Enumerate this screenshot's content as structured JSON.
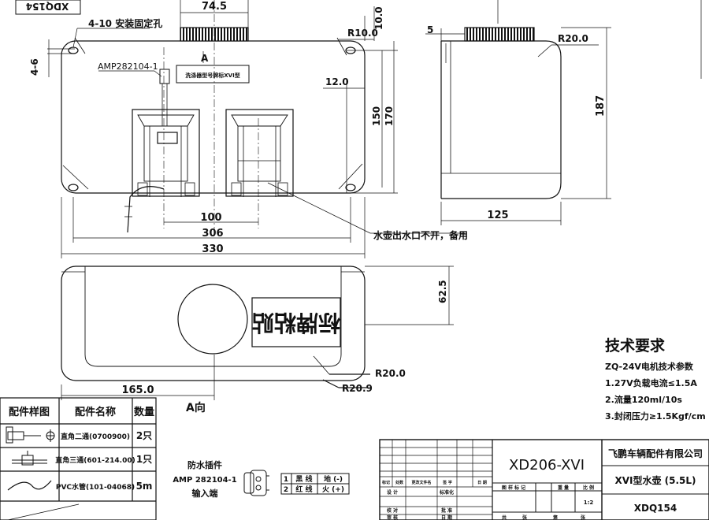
{
  "stamp_top_left": "XDQ154",
  "dims": {
    "width_74_5": "74.5",
    "r10": "R10.0",
    "d10": "10.0",
    "mount_hole": "4-10 安装固定孔",
    "hole_offset": "4-6",
    "d12": "12.0",
    "d150": "150",
    "d170": "170",
    "d100": "100",
    "d306": "306",
    "d330": "330",
    "side_5": "5",
    "r20_side": "R20.0",
    "d187": "187",
    "d125": "125",
    "d62_5": "62.5",
    "r20_bottom": "R20.0",
    "r20_9": "R20.9",
    "d165": "165.0"
  },
  "labels": {
    "connector": "AMP282104-1",
    "view_a": "A",
    "view_a_dir": "A向",
    "label_plate": "洗涤器型号牌标XVI型",
    "outlet_note": "水壶出水口不开，备用",
    "bottom_plate": "标牌粘贴",
    "plug_title_1": "防水插件",
    "plug_title_2": "AMP 282104-1",
    "plug_title_3": "输入端",
    "plug_pins": "1\n2"
  },
  "wiring": [
    {
      "no": "1",
      "color": "黑 线",
      "sign": "地 (-)"
    },
    {
      "no": "2",
      "color": "红 线",
      "sign": "火 (+)"
    }
  ],
  "tech": {
    "title": "技术要求",
    "line1": "ZQ-24V电机技术参数",
    "line2": "1.27V负载电流≤1.5A",
    "line3": "2.流量120ml/10s",
    "line4": "3.封闭压力≥1.5Kgf/cm"
  },
  "parts_table": {
    "headers": [
      "配件样图",
      "配件名称",
      "数量"
    ],
    "rows": [
      {
        "name": "直角二通(0700900)",
        "qty": "2只"
      },
      {
        "name": "直角三通(601-214.00)",
        "qty": "1只"
      },
      {
        "name": "PVC水管(101-04068)",
        "qty": "5m"
      }
    ]
  },
  "title_block": {
    "drawing_no_big": "XD206-XVI",
    "company": "飞鹏车辆配件有限公司",
    "product": "XVI型水壶 (5.5L)",
    "code": "XDQ154",
    "scale": "1:2",
    "rev_headers": [
      "标记",
      "处数",
      "更改文件名",
      "签 字",
      "日 期"
    ],
    "role_design": "设 计",
    "role_std": "标准化",
    "role_check": "校 对",
    "role_approve": "批 准",
    "role_review": "审 核",
    "role_date": "日 期",
    "stage_mark": "图 样 标 记",
    "weight": "重 量",
    "ratio": "比 例",
    "sheet_total": "共",
    "sheet_of": "张",
    "sheet_no": "第",
    "sheet_no2": "张"
  }
}
